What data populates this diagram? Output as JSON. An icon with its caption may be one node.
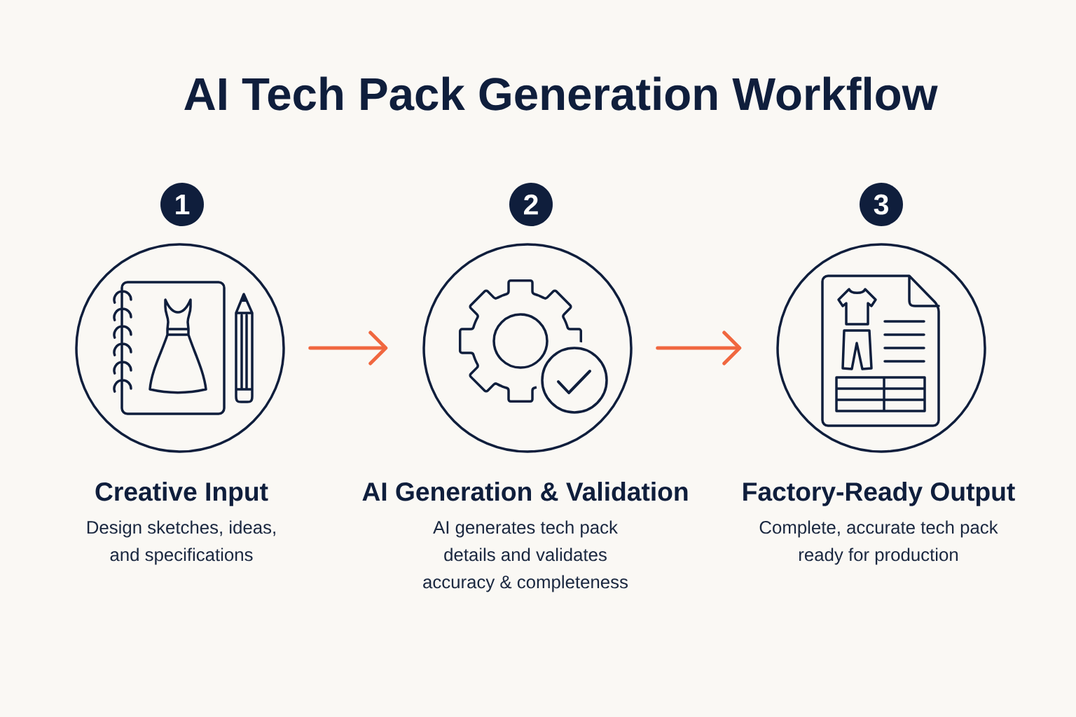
{
  "diagram": {
    "title": "AI Tech Pack Generation Workflow",
    "nodes": [
      {
        "text": [
          "1"
        ]
      },
      {
        "text": [
          "Creative Input",
          "Design sketches, ideas, and specifications"
        ]
      },
      {
        "text": [
          "2"
        ]
      },
      {
        "text": [
          "AI Generation & Validation",
          "AI generates tech pack details and validates accuracy & completeness"
        ]
      },
      {
        "text": [
          "3"
        ]
      },
      {
        "text": [
          "Factory-Ready Output",
          "Complete, accurate tech pack ready for production"
        ]
      }
    ],
    "edges": [
      {
        "from": 1,
        "to": 3,
        "arrow": "to"
      },
      {
        "from": 3,
        "to": 5,
        "arrow": "to"
      }
    ]
  }
}
